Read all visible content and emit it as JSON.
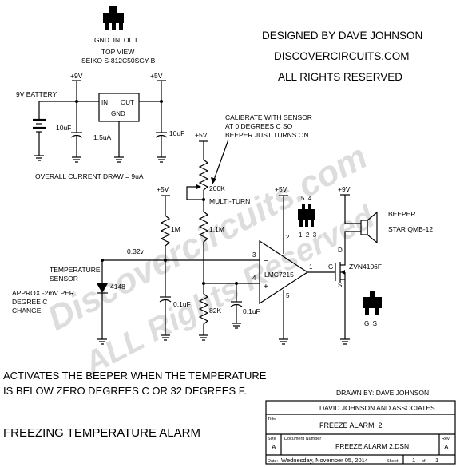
{
  "header": {
    "designed_by": "DESIGNED BY DAVE JOHNSON",
    "site": "DISCOVERCIRCUITS.COM",
    "rights": "ALL RIGHTS RESERVED"
  },
  "regulator_package": {
    "pin_labels": "GND  IN  OUT",
    "view": "TOP VIEW",
    "part": "SEIKO S-812C50SGY-B"
  },
  "power": {
    "battery": "9V BATTERY",
    "rail_9v": "+9V",
    "rail_5v": "+5V",
    "reg_in": "IN",
    "reg_out": "OUT",
    "reg_gnd": "GND",
    "cap_in": "10uF",
    "cap_out": "10uF",
    "quiescent": "1.5uA",
    "overall": "OVERALL CURRENT DRAW = 9uA"
  },
  "calibration_note": [
    "CALIBRATE WITH SENSOR",
    "AT 0 DEGREES C SO",
    "BEEPER JUST TURNS ON"
  ],
  "components": {
    "pot": "200K",
    "pot_type": "MULTI-TURN",
    "r1": "1M",
    "r2": "1.1M",
    "r3": "82K",
    "c1": "0.1uF",
    "c2": "0.1uF",
    "sensor_voltage": "0.32v",
    "sensor_title": [
      "TEMPERATURE",
      "SENSOR"
    ],
    "diode": "4148",
    "tempco": [
      "APPROX -2mV PER",
      "DEGREE C",
      "CHANGE"
    ],
    "opamp": "LMC7215",
    "mosfet": "ZVN4106F",
    "beeper": "BEEPER",
    "beeper_part": "STAR QMB-12",
    "pin_1": "1",
    "pin_2": "2",
    "pin_3": "3",
    "pin_4": "4",
    "pin_5": "5",
    "pin_d": "D",
    "pin_g": "G",
    "pin_s": "S",
    "ic_top_pins": "5  4",
    "ic_bottom_pins": "1  2  3",
    "fet_pins": "G  S"
  },
  "description": [
    "ACTIVATES THE BEEPER WHEN THE TEMPERATURE",
    "IS BELOW ZERO DEGREES C OR 32 DEGREES F."
  ],
  "title": "FREEZING TEMPERATURE ALARM",
  "watermark": [
    "Discovercircuits.com",
    "ALL Rights Reserved"
  ],
  "title_block": {
    "drawn_by": "DRAWN BY:  DAVE JOHNSON",
    "company": "DAVID JOHNSON AND ASSOCIATES",
    "title_label": "Title",
    "title": "FREEZE ALARM  2",
    "size_label": "Size",
    "size": "A",
    "docnum_label": "Document Number",
    "docnum": "FREEZE ALARM 2.DSN",
    "rev_label": "Rev",
    "rev": "A",
    "date_label": "Date:",
    "date": "Wednesday, November 05, 2014",
    "sheet_label": "Sheet",
    "sheet": "1",
    "of_label": "of",
    "of": "1"
  }
}
